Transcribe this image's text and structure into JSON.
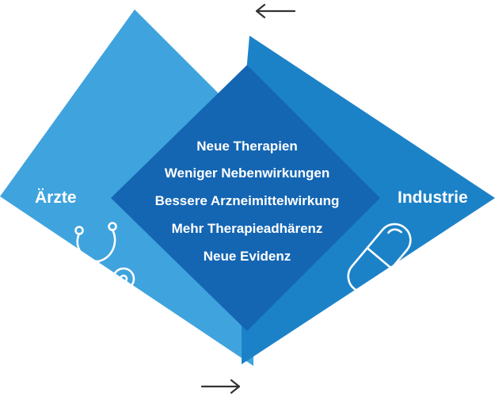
{
  "left_label": "Ärzte",
  "right_label": "Industrie",
  "benefits": [
    "Neue Therapien",
    "Weniger Nebenwirkungen",
    "Bessere Arzneimittelwirkung",
    "Mehr Therapieadhärenz",
    "Neue Evidenz"
  ],
  "colors": {
    "left_diamond": "#3fa3de",
    "right_diamond": "#1c82c8",
    "overlap": "#1466b3",
    "arrow": "#333333",
    "text": "#ffffff"
  },
  "icons": {
    "left": "stethoscope-icon",
    "right": "capsule-icon",
    "top_arrow": "arrow-left-icon",
    "bottom_arrow": "arrow-right-icon"
  }
}
